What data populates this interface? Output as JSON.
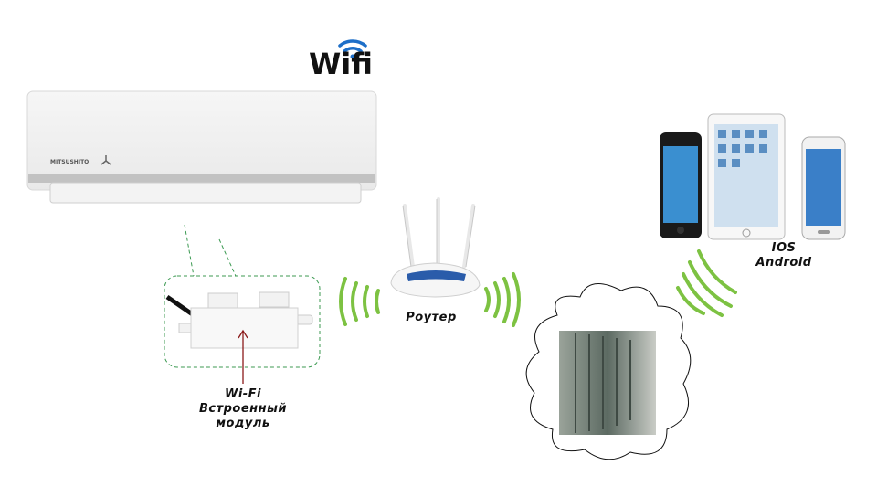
{
  "logo": {
    "wifi_text": "Wifi",
    "brand_text": "MITSUSHITO"
  },
  "labels": {
    "module_line1": "Wi-Fi",
    "module_line2": "Встроенный",
    "module_line3": "модуль",
    "router": "Роутер",
    "os_ios": "IOS",
    "os_android": "Android"
  },
  "colors": {
    "wave_green": "#7dc242",
    "dashed_green": "#3c9a52",
    "arrow_red": "#8b1a1a",
    "router_blue": "#2a5caa"
  }
}
